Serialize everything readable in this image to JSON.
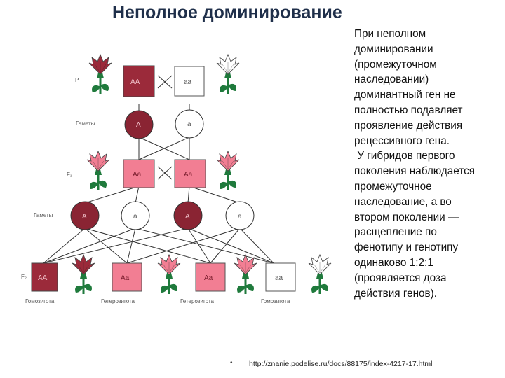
{
  "title": "Неполное доминирование",
  "description_lines": [
    "При неполном",
    "доминировании",
    "(промежуточном",
    "наследовании)",
    "доминантный ген не",
    "полностью подавляет",
    "проявление действия",
    "рецессивного гена.",
    " У гибридов первого",
    "поколения наблюдается",
    "промежуточное",
    "наследование, а во",
    "втором поколении —",
    "расщепление по",
    "фенотипу и генотипу",
    "одинаково 1:2:1",
    "(проявляется доза",
    "действия генов)."
  ],
  "source_bullet": "•",
  "source_url": "http://znanie.podelise.ru/docs/88175/index-4217-17.html",
  "diagram": {
    "labels": {
      "p": "P",
      "gametes1": "Гаметы",
      "f1": "F₁",
      "gametes2": "Гаметы",
      "f2": "F₂"
    },
    "genotypes": {
      "p_dominant": "AA",
      "p_recessive": "aa",
      "g1_dominant": "A",
      "g1_recessive": "a",
      "f1_left": "Aa",
      "f1_right": "Aa",
      "g2_a1": "A",
      "g2_a2": "a",
      "g2_a3": "A",
      "g2_a4": "a",
      "f2_1": "AA",
      "f2_2": "Aa",
      "f2_3": "Aa",
      "f2_4": "aa"
    },
    "f2_captions": [
      "Гомозигота",
      "Гетерозигота",
      "Гетерозигота",
      "Гомозигота"
    ],
    "colors": {
      "dominant": "#9b2a3a",
      "heterozygous": "#f27e93",
      "recessive": "#ffffff",
      "leaf": "#1f7a3c",
      "line": "#333333"
    }
  }
}
